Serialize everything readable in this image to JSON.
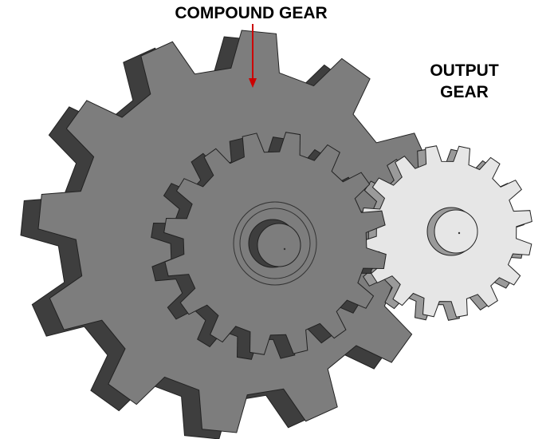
{
  "labels": {
    "compound_gear": "COMPOUND GEAR",
    "output_gear_line1": "OUTPUT",
    "output_gear_line2": "GEAR"
  },
  "colors": {
    "compound_face": "#7d7d7d",
    "compound_side": "#3e3e3e",
    "output_face": "#e6e6e6",
    "output_side": "#9a9a9a",
    "arrow": "#cc0000",
    "outline": "#222222"
  },
  "gears": {
    "large_gear_teeth": 12,
    "small_compound_teeth": 16,
    "output_gear_teeth": 16
  }
}
